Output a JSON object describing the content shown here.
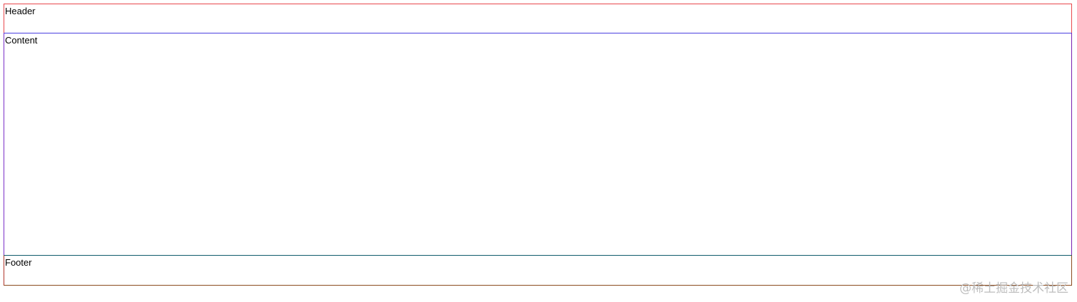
{
  "layout": {
    "header": {
      "label": "Header",
      "border_color": "#e8474c"
    },
    "content": {
      "label": "Content",
      "border_color": "#4a3fe0"
    },
    "footer": {
      "label": "Footer",
      "border_color": "#8a4a1e"
    }
  },
  "watermark": {
    "text": "@稀土掘金技术社区"
  }
}
